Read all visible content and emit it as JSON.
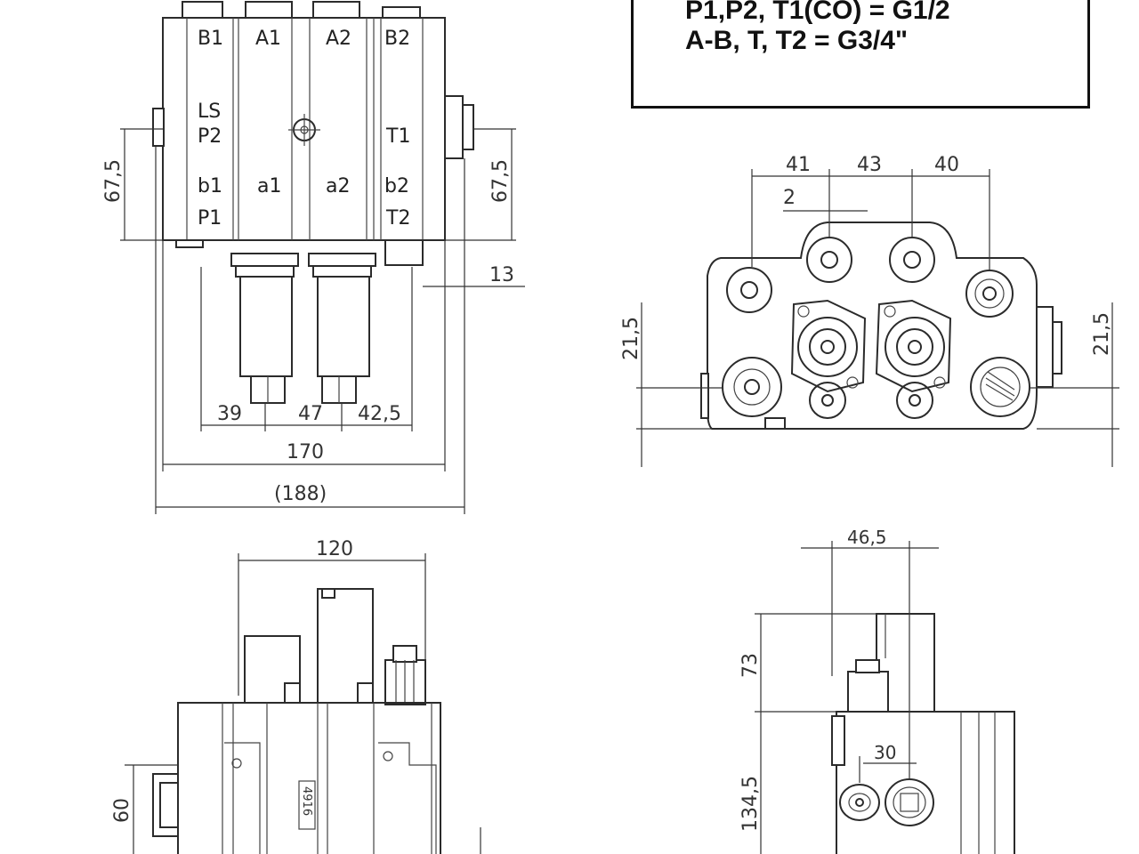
{
  "spec": {
    "line1": "P1,P2, T1(CO) = G1/2",
    "line2": "A-B, T, T2 = G3/4\""
  },
  "front_view": {
    "port_labels": {
      "b1_top": "B1",
      "a1_top": "A1",
      "a2_top": "A2",
      "b2_top": "B2",
      "ls": "LS",
      "p2": "P2",
      "t1": "T1",
      "b1_low": "b1",
      "a1_low": "a1",
      "a2_low": "a2",
      "b2_low": "b2",
      "p1": "P1",
      "t2": "T2"
    },
    "dims": {
      "height_left": "67,5",
      "height_right": "67,5",
      "offset": "13",
      "d39": "39",
      "d47": "47",
      "d42_5": "42,5",
      "width": "170",
      "overall": "(188)"
    }
  },
  "side_view": {
    "dims": {
      "d41": "41",
      "d43": "43",
      "d40": "40",
      "d2": "2",
      "left": "21,5",
      "right": "21,5"
    }
  },
  "bottom_left_view": {
    "dims": {
      "width": "120",
      "height": "60"
    },
    "stamp": "4916"
  },
  "bottom_right_view": {
    "dims": {
      "width": "46,5",
      "height_top": "73",
      "port_spacing": "30",
      "height": "134,5"
    }
  }
}
